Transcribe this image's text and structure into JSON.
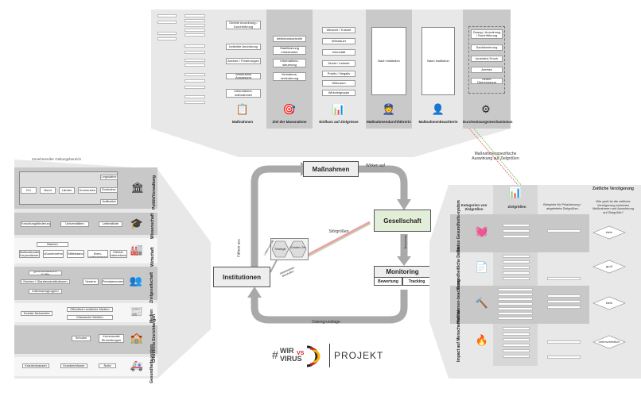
{
  "top_panel": {
    "columns": [
      {
        "label": "Maßnahmen",
        "icon": "clipboard-icon"
      },
      {
        "label": "Ziel der Massnahme",
        "icon": "target-icon"
      },
      {
        "label": "Einfluss auf Zielgrösse",
        "icon": "chart-icon"
      },
      {
        "label": "Maßnahmendurchführerin",
        "icon": "officer-icon"
      },
      {
        "label": "Maßnahmenbeachterin",
        "icon": "person-icon"
      },
      {
        "label": "Durchsetzungsmechanismus",
        "icon": "gears-icon"
      }
    ],
    "massnahmen_items": [
      "Direkte Anordnung / Durchführung",
      "Indirekte Anordnung",
      "Anreize / Förderungen",
      "Strukturelle Anpassung",
      "Informations- maßnahmen"
    ],
    "ziel_items": [
      "Infektionskontrolle",
      "Stabilisierung Infrastruktur",
      "Informations- steuerung",
      "Verhaltens- veränderung"
    ],
    "einfluss_items": [
      "Wirkzeit / Trotzeit",
      "Wirkdauer",
      "Intensität",
      "Direkt / Indirekt",
      "Positiv / Negativ",
      "Wirkraum",
      "Wirkzielgruppe"
    ],
    "durchfuehrer_text": "Nach Institution",
    "beachter_text": "Nach Institution",
    "mechanismus_items": [
      "Zwang / Anordnung / Durchführung",
      "Sanktionierung",
      "(sozialer) Druck",
      "Anreize",
      "innere Überzeugung"
    ]
  },
  "right_arrow_label": "Maßnahmenspezifische Auswirkung auf Zielgrößen",
  "left_panel": {
    "header": "Zunehmender Geltungsbereich",
    "rows": [
      {
        "label": "Politik/Verwaltung",
        "icon": "capitol-icon",
        "items": [
          "EU",
          "Bund",
          "Länder",
          "Kommunen",
          "Legislative",
          "Exekutive",
          "Judikative"
        ]
      },
      {
        "label": "Wissenschaft",
        "icon": "graduation-cap-icon",
        "items": [
          "Forschungsförderung",
          "Universitäten",
          "Leitinstitute"
        ]
      },
      {
        "label": "Wirtschaft",
        "icon": "factory-icon",
        "items": [
          "Banken",
          "Multinationale Korporationen",
          "Großunternehmen",
          "Mittelstand",
          "Kleinst- / Klein- unternehmen",
          "Kleinst- unternehmen"
        ]
      },
      {
        "label": "Zivilgesellschaft",
        "icon": "crowd-icon",
        "items": [
          "gesellschaftliche Kräfte",
          "Kirchen / Glaubensinstitutionen",
          "Interessengruppen",
          "Vereine",
          "Privatpersonen"
        ]
      },
      {
        "label": "Medien",
        "icon": "newspaper-icon",
        "items": [
          "Soziale Netzwerke",
          "Öffentlich-rechtliche Medien",
          "Klassische Medien"
        ]
      },
      {
        "label": "Öffentliche Einrichtungen",
        "icon": "school-icon",
        "items": [
          "Schulen",
          "Kommunale Einrichtungen"
        ]
      },
      {
        "label": "Gesundheits-system",
        "icon": "ambulance-icon",
        "items": [
          "Krankenkassen",
          "Krankenhäuser",
          "Ärzte"
        ]
      }
    ]
  },
  "center": {
    "nodes": {
      "massnahmen": "Maßnahmen",
      "gesellschaft": "Gesellschaft",
      "institutionen": "Institutionen",
      "monitoring": "Monitoring",
      "bewertung": "Bewertung",
      "tracking": "Tracking"
    },
    "labels": {
      "wirken_auf": "Wirken auf",
      "fuehren_aus": "Führen aus",
      "datengrundlage": "Datengrundlage",
      "stoergroessen": "Störgrößen",
      "beinhaltet": "Beinhaltet",
      "leiten_sich_ab": "Leiten sich ab",
      "strategie": "Strategie",
      "globales_ziel": "Globales Ziel",
      "bewertung_side": "Bewertung"
    }
  },
  "logo": {
    "hash": "#",
    "wir": "WIR",
    "vs": "VS",
    "virus": "VIRUS",
    "projekt": "PROJEKT"
  },
  "right_panel": {
    "headers": {
      "kategorien": "Kategorien von Zielgrößen",
      "zielgroessen": "Zielgrößen",
      "beispiele": "Beispiele für Präzisierung / abgeleitete Zielgrößen",
      "verzoegerung": "Zeitliche Verzögerung",
      "frage": "Wie groß ist die zeitliche Verzögerung zwischen Maßnahmen und Auswirkung auf Zielgröße?"
    },
    "rows": [
      {
        "label": "Status Gesundheits-system",
        "icon": "heartbeat-icon",
        "delay": "klein"
      },
      {
        "label": "Gesundheitliche Daten",
        "icon": "document-icon",
        "delay": "groß"
      },
      {
        "label": "Maßnahmen-beachtung",
        "icon": "gavel-icon",
        "delay": "klein"
      },
      {
        "label": "Impact auf Menschenrechte",
        "icon": "flame-icon",
        "delay": "unterschiedlich"
      }
    ]
  },
  "colors": {
    "panel": "#e8e8e8",
    "dark_band": "#c8c8c8",
    "gesellschaft_fill": "#e3eed8",
    "logo_red": "#cc2229",
    "logo_gold": "#f2b705",
    "arrow_gray": "#a9a9a9"
  }
}
